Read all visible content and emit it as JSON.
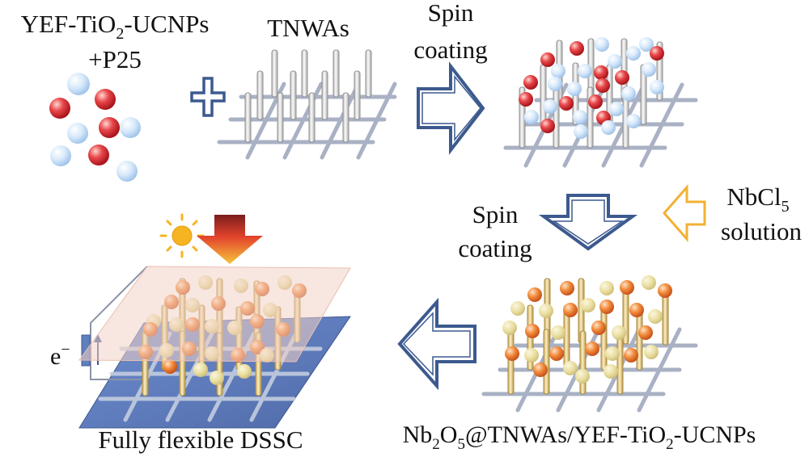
{
  "labels": {
    "precursor_line1_a": "YEF-TiO",
    "precursor_line1_sub": "2",
    "precursor_line1_b": "-UCNPs",
    "precursor_line2": "+P25",
    "tnwas": "TNWAs",
    "spin1_line1": "Spin",
    "spin1_line2": "coating",
    "spin2_line1": "Spin",
    "spin2_line2": "coating",
    "nbcl_a": "NbCl",
    "nbcl_sub": "5",
    "nbcl_line2": "solution",
    "product_a": "Nb",
    "product_sub1": "2",
    "product_b": "O",
    "product_sub2": "5",
    "product_c": "@TNWAs/YEF-TiO",
    "product_sub3": "2",
    "product_d": "-UCNPs",
    "electron": "e",
    "electron_sup": "−",
    "dssc": "Fully flexible DSSC"
  },
  "colors": {
    "red_particle": "#e23a3c",
    "blue_particle": "#d4e6f8",
    "orange_particle": "#f08a3a",
    "yellow_particle": "#ece2a2",
    "grid_line": "#a9b1c4",
    "wire": "#e9e9e9",
    "gold_wire": "#e8cd80",
    "arrow_outline": "#3c5a8e",
    "nbcl_arrow": "#f2b134",
    "substrate_blue": "#5f7fbf",
    "top_electrode": "#f3d2c6"
  },
  "icons": [
    "plus-icon",
    "sun-icon",
    "light-arrow-icon",
    "process-arrow-icon"
  ]
}
